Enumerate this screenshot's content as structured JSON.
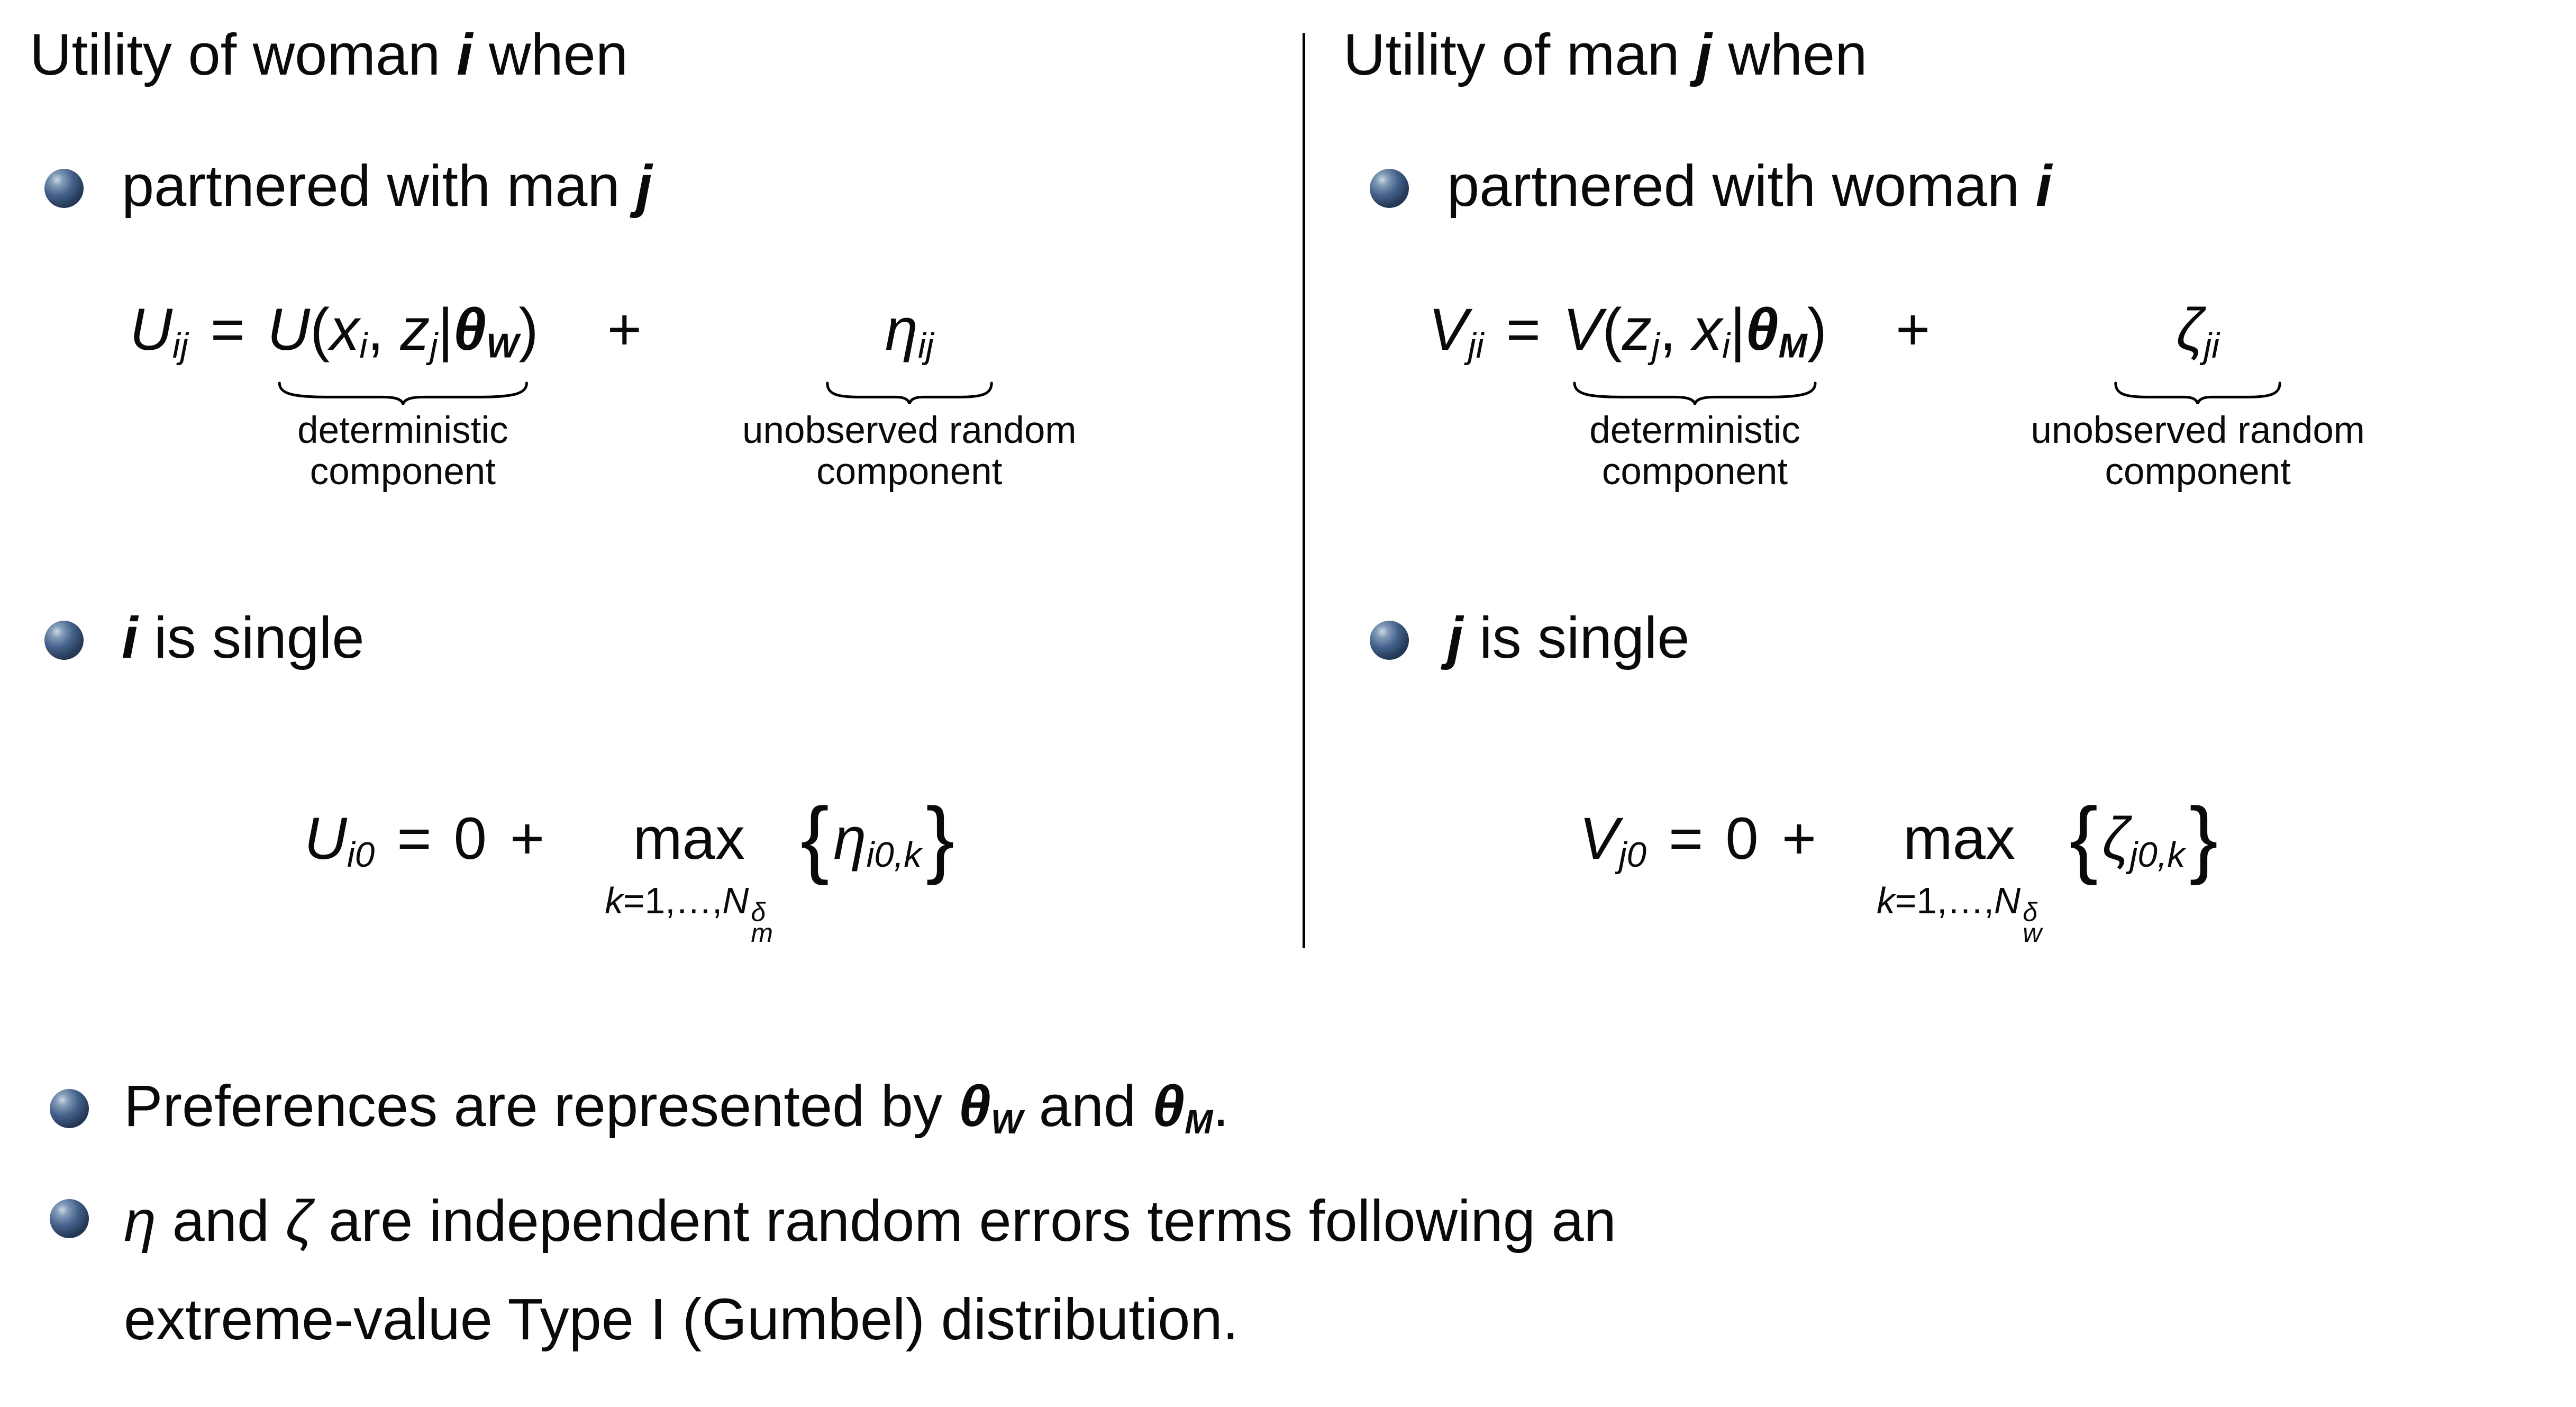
{
  "slide": {
    "background": "#ffffff",
    "text_color": "#0a0a0a",
    "divider_color": "#000000",
    "bullet_ball_colors": {
      "highlight": "#cdd9e6",
      "mid": "#44608a",
      "dark": "#16233a"
    }
  },
  "columns": [
    {
      "title": {
        "pre": "Utility of woman ",
        "var": "i",
        "post": " when"
      },
      "partner_bullet": {
        "pre": "partnered with man ",
        "var": "j"
      },
      "pair_eq": {
        "lhs_base": "U",
        "lhs_sub": "ij",
        "equals": "=",
        "fn_base": "U",
        "open_paren": "(",
        "arg1_base": "x",
        "arg1_sub": "i",
        "comma": ", ",
        "arg2_base": "z",
        "arg2_sub": "j",
        "given_bar": "|",
        "theta": "θ",
        "theta_sub": "W",
        "close_paren": ")",
        "plus": "+",
        "noise_base": "η",
        "noise_sub": "ij",
        "det_label1": "deterministic",
        "det_label2": "component",
        "noise_label1": "unobserved random",
        "noise_label2": "component"
      },
      "single_bullet": {
        "var": "i",
        "post": " is single"
      },
      "single_eq": {
        "lhs_base": "U",
        "lhs_sub": "i0",
        "equals": "=",
        "zero": "0",
        "plus": "+",
        "max_op": "max",
        "max_k": "k",
        "max_mid": "=1,…,",
        "max_N": "N",
        "max_sup": "δ",
        "max_sub": "m",
        "open_brace": "{",
        "noise_base": "η",
        "noise_sub": "i0,k",
        "close_brace": "}"
      }
    },
    {
      "title": {
        "pre": "Utility of man ",
        "var": "j",
        "post": " when"
      },
      "partner_bullet": {
        "pre": "partnered with woman ",
        "var": "i"
      },
      "pair_eq": {
        "lhs_base": "V",
        "lhs_sub": "ji",
        "equals": "=",
        "fn_base": "V",
        "open_paren": "(",
        "arg1_base": "z",
        "arg1_sub": "j",
        "comma": ", ",
        "arg2_base": "x",
        "arg2_sub": "i",
        "given_bar": "|",
        "theta": "θ",
        "theta_sub": "M",
        "close_paren": ")",
        "plus": "+",
        "noise_base": "ζ",
        "noise_sub": "ji",
        "det_label1": "deterministic",
        "det_label2": "component",
        "noise_label1": "unobserved random",
        "noise_label2": "component"
      },
      "single_bullet": {
        "var": "j",
        "post": " is single"
      },
      "single_eq": {
        "lhs_base": "V",
        "lhs_sub": "j0",
        "equals": "=",
        "zero": "0",
        "plus": "+",
        "max_op": "max",
        "max_k": "k",
        "max_mid": "=1,…,",
        "max_N": "N",
        "max_sup": "δ",
        "max_sub": "w",
        "open_brace": "{",
        "noise_base": "ζ",
        "noise_sub": "j0,k",
        "close_brace": "}"
      }
    }
  ],
  "bottom": {
    "preferences": {
      "pre": "Preferences are represented by ",
      "theta_w": "θ",
      "theta_w_sub": "W",
      "and": " and ",
      "theta_m": "θ",
      "theta_m_sub": "M",
      "period": "."
    },
    "errors": {
      "eta": "η",
      "and1": " and ",
      "zeta": "ζ",
      "line1_rest": " are independent random errors terms following an",
      "line2": "extreme-value Type I (Gumbel) distribution."
    }
  }
}
